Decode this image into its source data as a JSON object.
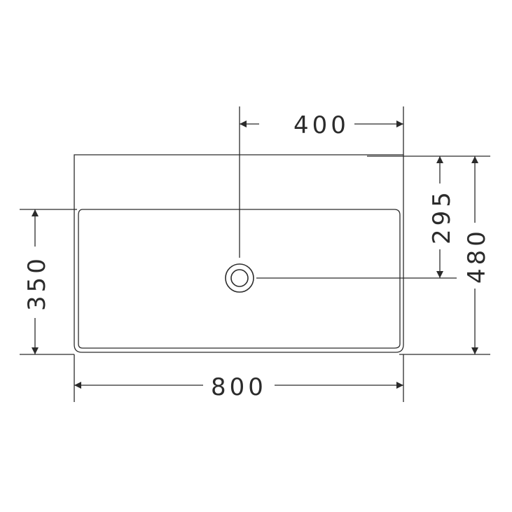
{
  "diagram": {
    "dimensions": {
      "drain_offset": "400",
      "drain_depth": "295",
      "total_depth": "480",
      "bowl_depth": "350",
      "total_width": "800"
    },
    "colors": {
      "line": "#2b2b2b",
      "background": "#ffffff"
    }
  }
}
